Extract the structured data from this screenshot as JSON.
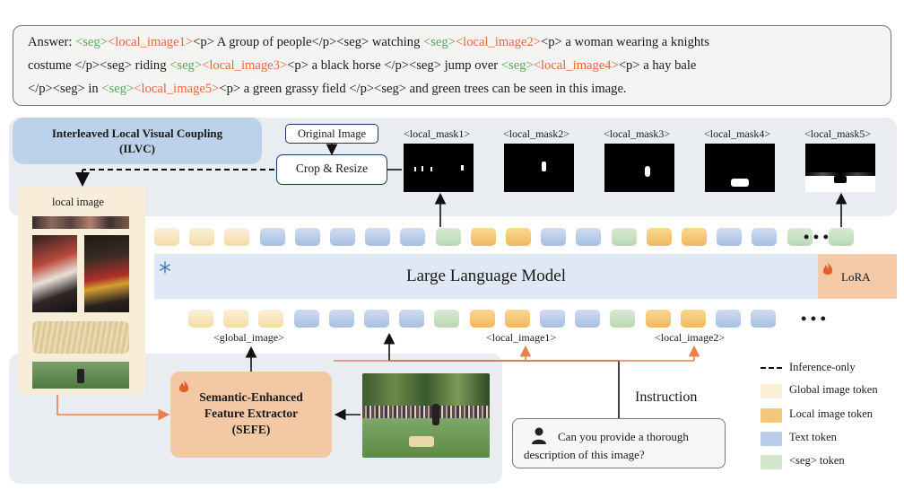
{
  "answer": {
    "line1": [
      {
        "t": "Answer: ",
        "c": ""
      },
      {
        "t": "<seg>",
        "c": "green"
      },
      {
        "t": "<local_image1>",
        "c": "orange"
      },
      {
        "t": "<p> A group of people</p><seg> watching ",
        "c": ""
      },
      {
        "t": "<seg>",
        "c": "green"
      },
      {
        "t": "<local_image2>",
        "c": "orange"
      },
      {
        "t": "<p> a woman wearing a knights",
        "c": ""
      }
    ],
    "line2": [
      {
        "t": "costume </p><seg> riding ",
        "c": ""
      },
      {
        "t": "<seg>",
        "c": "green"
      },
      {
        "t": "<local_image3>",
        "c": "orange"
      },
      {
        "t": "<p> a black horse </p><seg> jump over ",
        "c": ""
      },
      {
        "t": "<seg>",
        "c": "green"
      },
      {
        "t": "<local_image4>",
        "c": "orange"
      },
      {
        "t": "<p> a hay bale",
        "c": ""
      }
    ],
    "line3": [
      {
        "t": "</p><seg> in ",
        "c": ""
      },
      {
        "t": "<seg>",
        "c": "green"
      },
      {
        "t": "<local_image5>",
        "c": "orange"
      },
      {
        "t": "<p> a green grassy field </p><seg> and green trees can be seen in this image.",
        "c": ""
      }
    ]
  },
  "ilvc": {
    "line1": "Interleaved Local Visual Coupling",
    "line2": "(ILVC)"
  },
  "original_image": "Original Image",
  "crop_resize": "Crop & Resize",
  "masks": [
    "<local_mask1>",
    "<local_mask2>",
    "<local_mask3>",
    "<local_mask4>",
    "<local_mask5>"
  ],
  "local_image_label": "local image",
  "llm": "Large Language Model",
  "lora": "LoRA",
  "top_token_types": [
    "global",
    "global",
    "global",
    "textt",
    "textt",
    "textt",
    "textt",
    "textt",
    "segt",
    "localt",
    "localt",
    "textt",
    "textt",
    "segt",
    "localt",
    "localt",
    "textt",
    "textt",
    "segt"
  ],
  "top_last_token": "segt",
  "bottom_token_types": [
    "global",
    "global",
    "global",
    "textt",
    "textt",
    "textt",
    "textt",
    "segt",
    "localt",
    "localt",
    "textt",
    "textt",
    "segt",
    "localt",
    "localt",
    "textt",
    "textt"
  ],
  "ellipsis": "• • •",
  "global_image_label": "<global_image>",
  "local_image1_label": "<local_image1>",
  "local_image2_label": "<local_image2>",
  "sefe": {
    "line1": "Semantic-Enhanced",
    "line2": "Feature Extractor",
    "line3": "(SEFE)"
  },
  "instruction_label": "Instruction",
  "question": {
    "line1": "Can you provide a thorough",
    "line2": "description of this image?"
  },
  "legend": {
    "inference": "Inference-only",
    "global": "Global image token",
    "local": "Local image token",
    "text": "Text token",
    "seg": "<seg> token"
  },
  "colors": {
    "arrow_orange": "#e9814f",
    "green": "#5aa85a",
    "orange": "#e4683f",
    "navy": "#1f3a60"
  }
}
